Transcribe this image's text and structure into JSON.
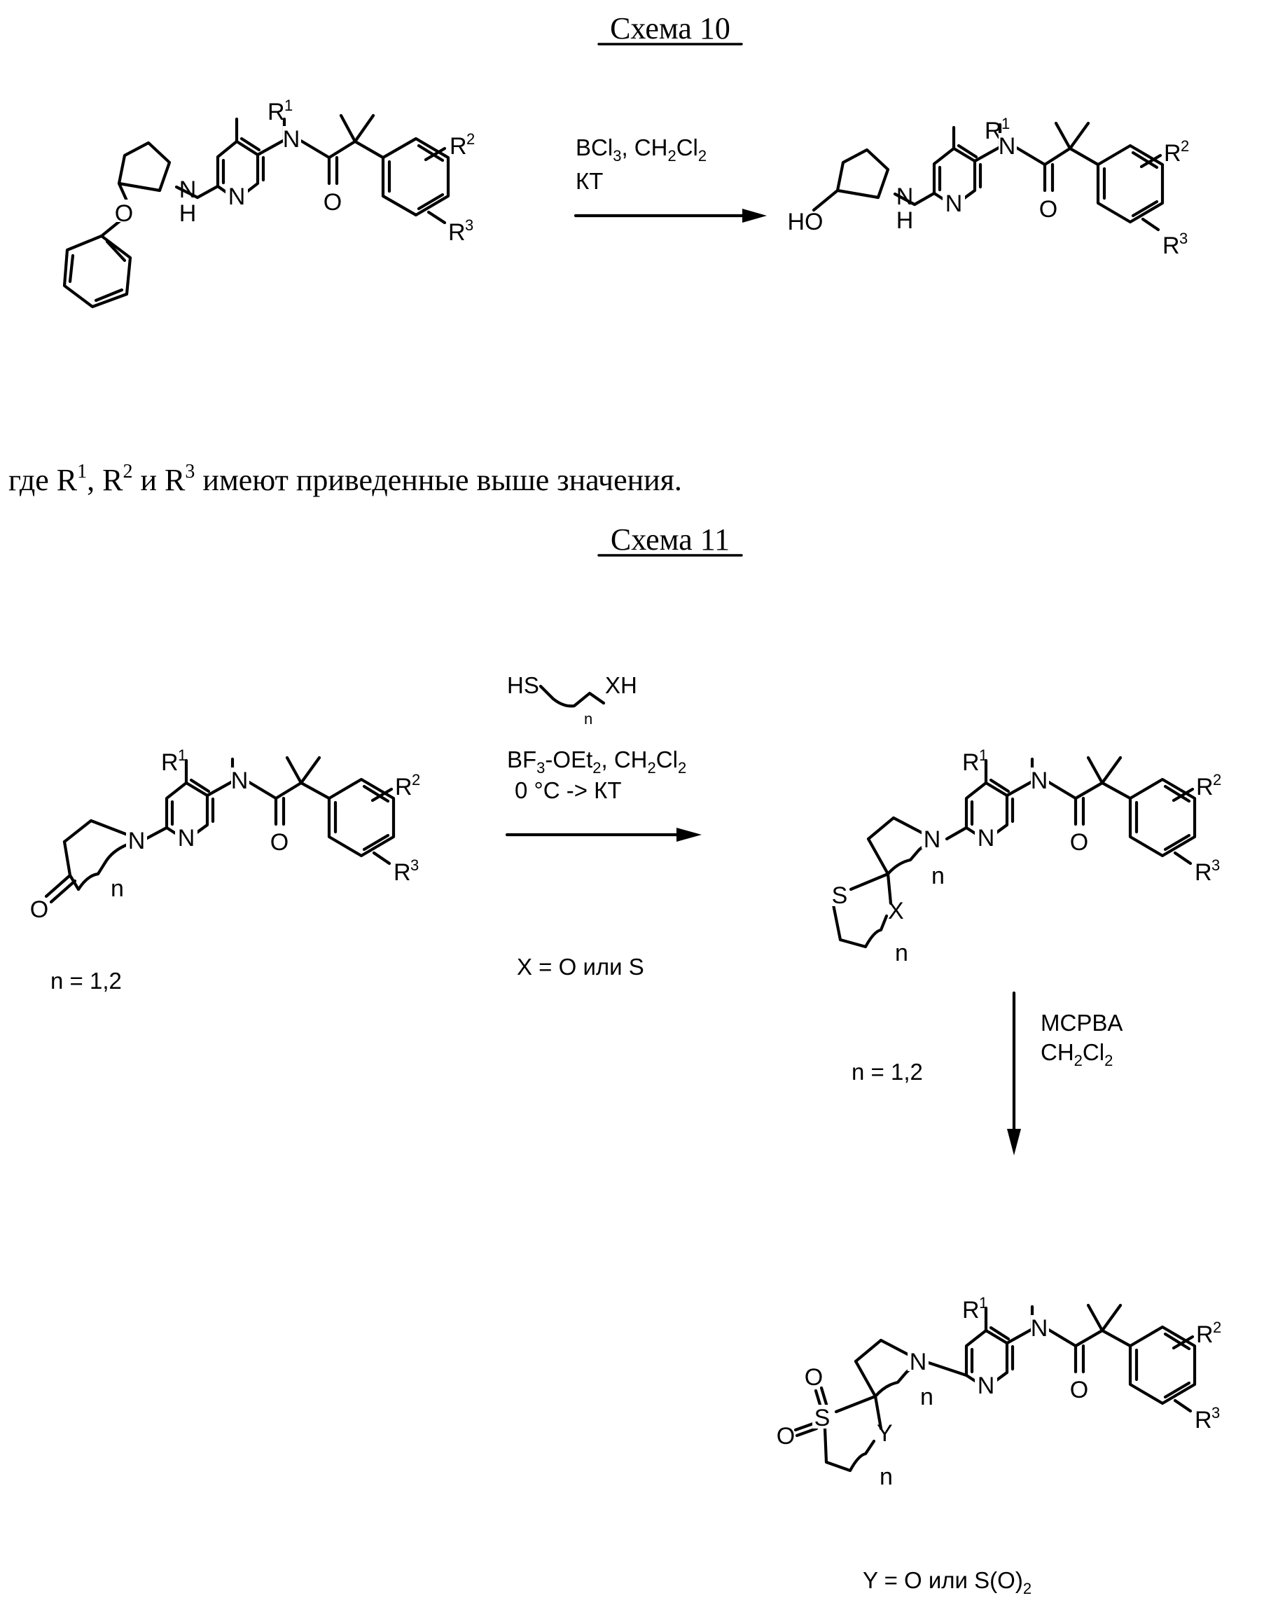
{
  "scheme10": {
    "title": "Схема 10",
    "reagents_line1": "BCl3, CH2Cl2",
    "reagents_line2": "КТ",
    "note": "где R1, R2 и R3 имеют приведенные выше значения."
  },
  "scheme11": {
    "title": "Схема 11",
    "reagent_top": "HS–(CH2)n–XH",
    "reagents_line2": "BF3-OEt2, CH2Cl2",
    "reagents_line3": "0 °C -> КТ",
    "x_def": "X = O или S",
    "n_def_left": "n = 1,2",
    "n_def_right": "n = 1,2",
    "oxidant_line1": "MCPBA",
    "oxidant_line2": "CH2Cl2",
    "y_def": "Y = O или S(O)2"
  },
  "atom_labels": {
    "R1": "R",
    "R1_sup": "1",
    "R2": "R",
    "R2_sup": "2",
    "R3": "R",
    "R3_sup": "3",
    "N": "N",
    "H": "H",
    "O": "O",
    "S": "S",
    "X": "X",
    "Y": "Y",
    "n": "n",
    "HO": "HO"
  }
}
